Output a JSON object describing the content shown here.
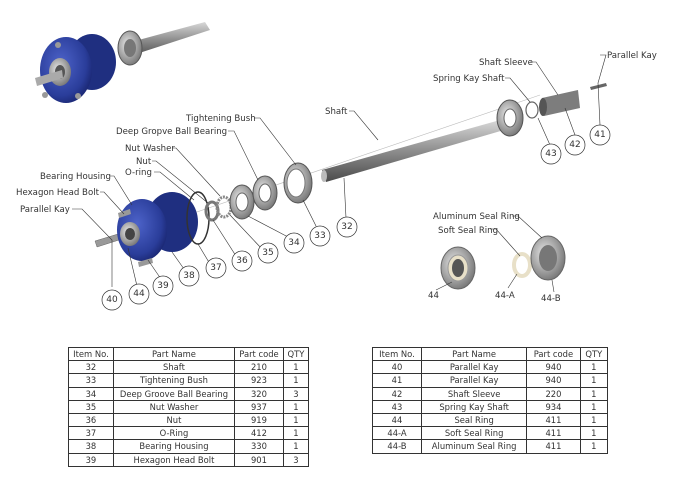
{
  "callouts": {
    "parallel_kay_left": "Parallel Kay",
    "hexagon_head_bolt": "Hexagon Head Bolt",
    "bearing_housing": "Bearing Housing",
    "o_ring": "O-ring",
    "nut": "Nut",
    "nut_washer": "Nut Washer",
    "deep_groove_ball_bearing": "Deep Gropve Ball Bearing",
    "tightening_bush": "Tightening Bush",
    "shaft": "Shaft",
    "spring_kay_shaft": "Spring Kay Shaft",
    "shaft_sleeve": "Shaft Sleeve",
    "parallel_kay_right": "Parallel Kay",
    "aluminum_seal_ring": "Aluminum Seal Ring",
    "soft_seal_ring": "Soft Seal Ring"
  },
  "balloons": {
    "b32": "32",
    "b33": "33",
    "b34": "34",
    "b35": "35",
    "b36": "36",
    "b37": "37",
    "b38": "38",
    "b39": "39",
    "b40": "40",
    "b41": "41",
    "b42": "42",
    "b43": "43",
    "b44": "44"
  },
  "seal_labels": {
    "s44": "44",
    "s44a": "44-A",
    "s44b": "44-B"
  },
  "colors": {
    "housing_blue": "#2a3d9a",
    "metal_gray": "#9a9a9a",
    "soft_seal": "#e8e0c8"
  },
  "tables": {
    "headers": [
      "Item No.",
      "Part Name",
      "Part code",
      "QTY"
    ],
    "left": [
      [
        "32",
        "Shaft",
        "210",
        "1"
      ],
      [
        "33",
        "Tightening Bush",
        "923",
        "1"
      ],
      [
        "34",
        "Deep Groove Ball Bearing",
        "320",
        "3"
      ],
      [
        "35",
        "Nut Washer",
        "937",
        "1"
      ],
      [
        "36",
        "Nut",
        "919",
        "1"
      ],
      [
        "37",
        "O-Ring",
        "412",
        "1"
      ],
      [
        "38",
        "Bearing Housing",
        "330",
        "1"
      ],
      [
        "39",
        "Hexagon Head Bolt",
        "901",
        "3"
      ]
    ],
    "right": [
      [
        "40",
        "Parallel Kay",
        "940",
        "1"
      ],
      [
        "41",
        "Parallel Kay",
        "940",
        "1"
      ],
      [
        "42",
        "Shaft Sleeve",
        "220",
        "1"
      ],
      [
        "43",
        "Spring Kay Shaft",
        "934",
        "1"
      ],
      [
        "44",
        "Seal Ring",
        "411",
        "1"
      ],
      [
        "44-A",
        "Soft Seal Ring",
        "411",
        "1"
      ],
      [
        "44-B",
        "Aluminum Seal Ring",
        "411",
        "1"
      ]
    ]
  }
}
